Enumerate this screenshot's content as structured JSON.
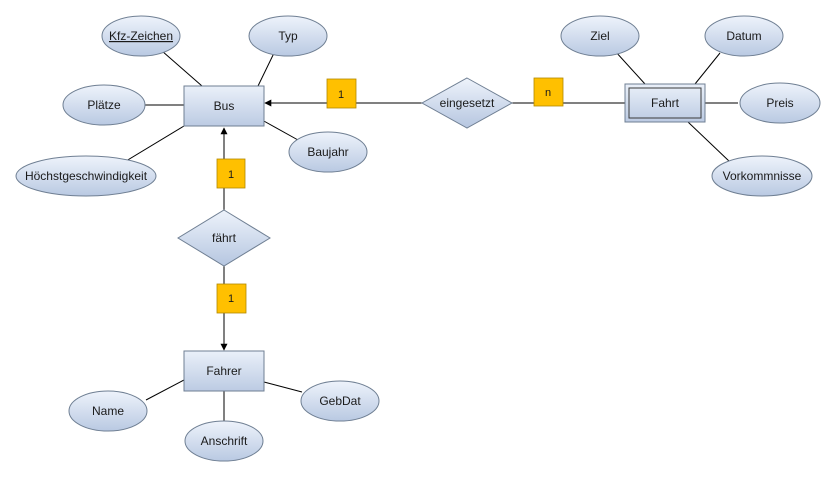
{
  "entities": {
    "bus": "Bus",
    "fahrt": "Fahrt",
    "fahrer": "Fahrer"
  },
  "relationships": {
    "eingesetzt": "eingesetzt",
    "faehrt": "fährt"
  },
  "attributes": {
    "bus": {
      "kfz": "Kfz-Zeichen",
      "typ": "Typ",
      "plaetze": "Plätze",
      "baujahr": "Baujahr",
      "hoechstgeschwindigkeit": "Höchstgeschwindigkeit"
    },
    "fahrt": {
      "ziel": "Ziel",
      "datum": "Datum",
      "preis": "Preis",
      "vorkommnisse": "Vorkommnisse"
    },
    "fahrer": {
      "name": "Name",
      "anschrift": "Anschrift",
      "gebdat": "GebDat"
    }
  },
  "cardinalities": {
    "bus_eingesetzt": "1",
    "fahrt_eingesetzt": "n",
    "bus_faehrt": "1",
    "fahrer_faehrt": "1"
  },
  "colors": {
    "cardinality": "#ffc000",
    "shape_fill_light": "#eef3fb",
    "shape_fill_dark": "#b9c9e2",
    "outline": "#6f7f93"
  }
}
